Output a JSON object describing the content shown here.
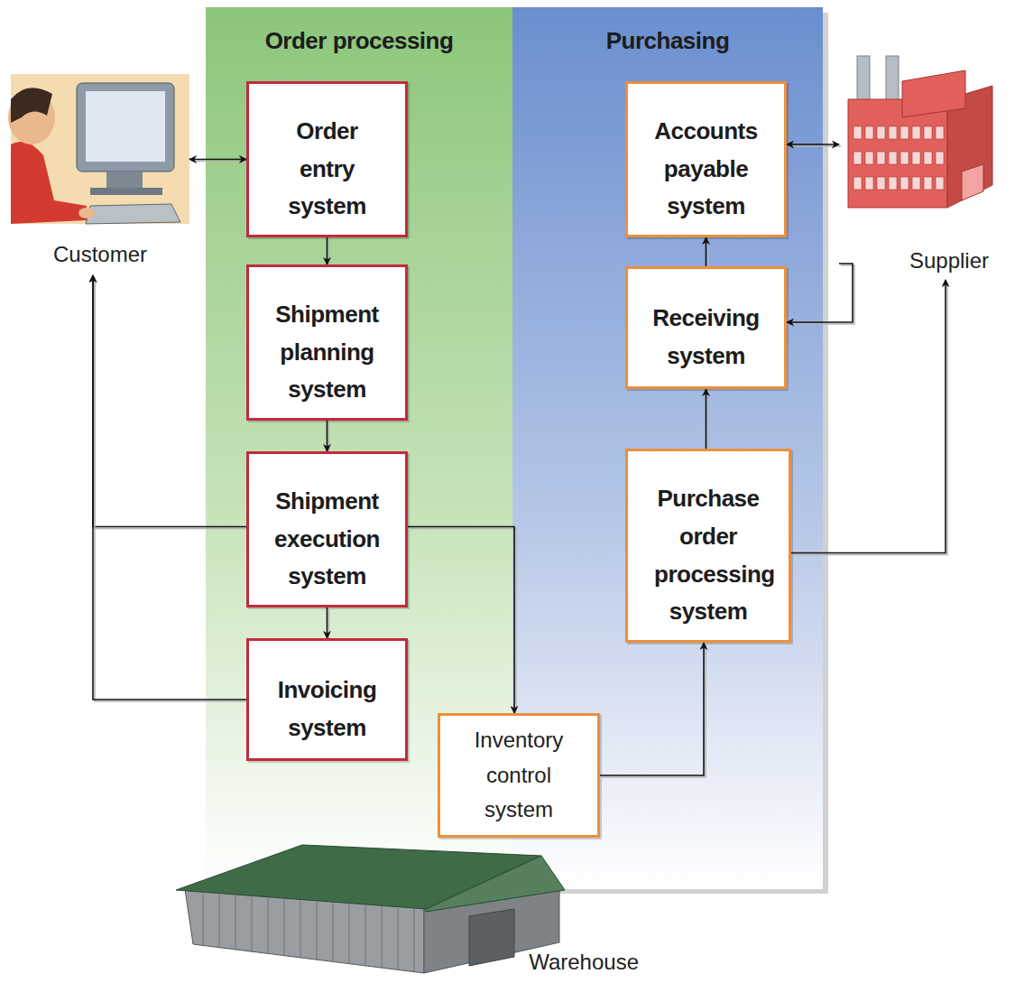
{
  "diagram": {
    "nodes": [
      {
        "text": [
          "Order processing"
        ]
      },
      {
        "text": [
          "Order entry system"
        ],
        "in": 0
      },
      {
        "text": [
          "Shipment planning system"
        ],
        "in": 0
      },
      {
        "text": [
          "Shipment execution system"
        ],
        "in": 0
      },
      {
        "text": [
          "Invoicing system"
        ],
        "in": 0
      },
      {
        "text": [
          "Purchasing"
        ]
      },
      {
        "text": [
          "Accounts payable system"
        ],
        "in": 5
      },
      {
        "text": [
          "Receiving system"
        ],
        "in": 5
      },
      {
        "text": [
          "Purchase order processing system"
        ],
        "in": 5
      },
      {
        "text": [
          "Inventory control system"
        ]
      },
      {
        "text": [
          "Customer"
        ]
      },
      {
        "text": [
          "Supplier"
        ]
      },
      {
        "text": [
          "Warehouse"
        ]
      }
    ],
    "edges": [
      {
        "from": 10,
        "to": 1,
        "arrow": "both"
      },
      {
        "from": 1,
        "to": 2,
        "arrow": "to"
      },
      {
        "from": 2,
        "to": 3,
        "arrow": "to"
      },
      {
        "from": 3,
        "to": 4,
        "arrow": "to"
      },
      {
        "from": 3,
        "to": 10,
        "arrow": "to"
      },
      {
        "from": 4,
        "to": 10,
        "arrow": "to"
      },
      {
        "from": 3,
        "to": 9,
        "arrow": "to"
      },
      {
        "from": 9,
        "to": 8,
        "arrow": "to"
      },
      {
        "from": 8,
        "to": 7,
        "arrow": "to"
      },
      {
        "from": 7,
        "to": 6,
        "arrow": "to"
      },
      {
        "from": 8,
        "to": 11,
        "arrow": "to"
      },
      {
        "from": 11,
        "to": 7,
        "arrow": "to"
      },
      {
        "from": 6,
        "to": 11,
        "arrow": "both"
      }
    ]
  }
}
